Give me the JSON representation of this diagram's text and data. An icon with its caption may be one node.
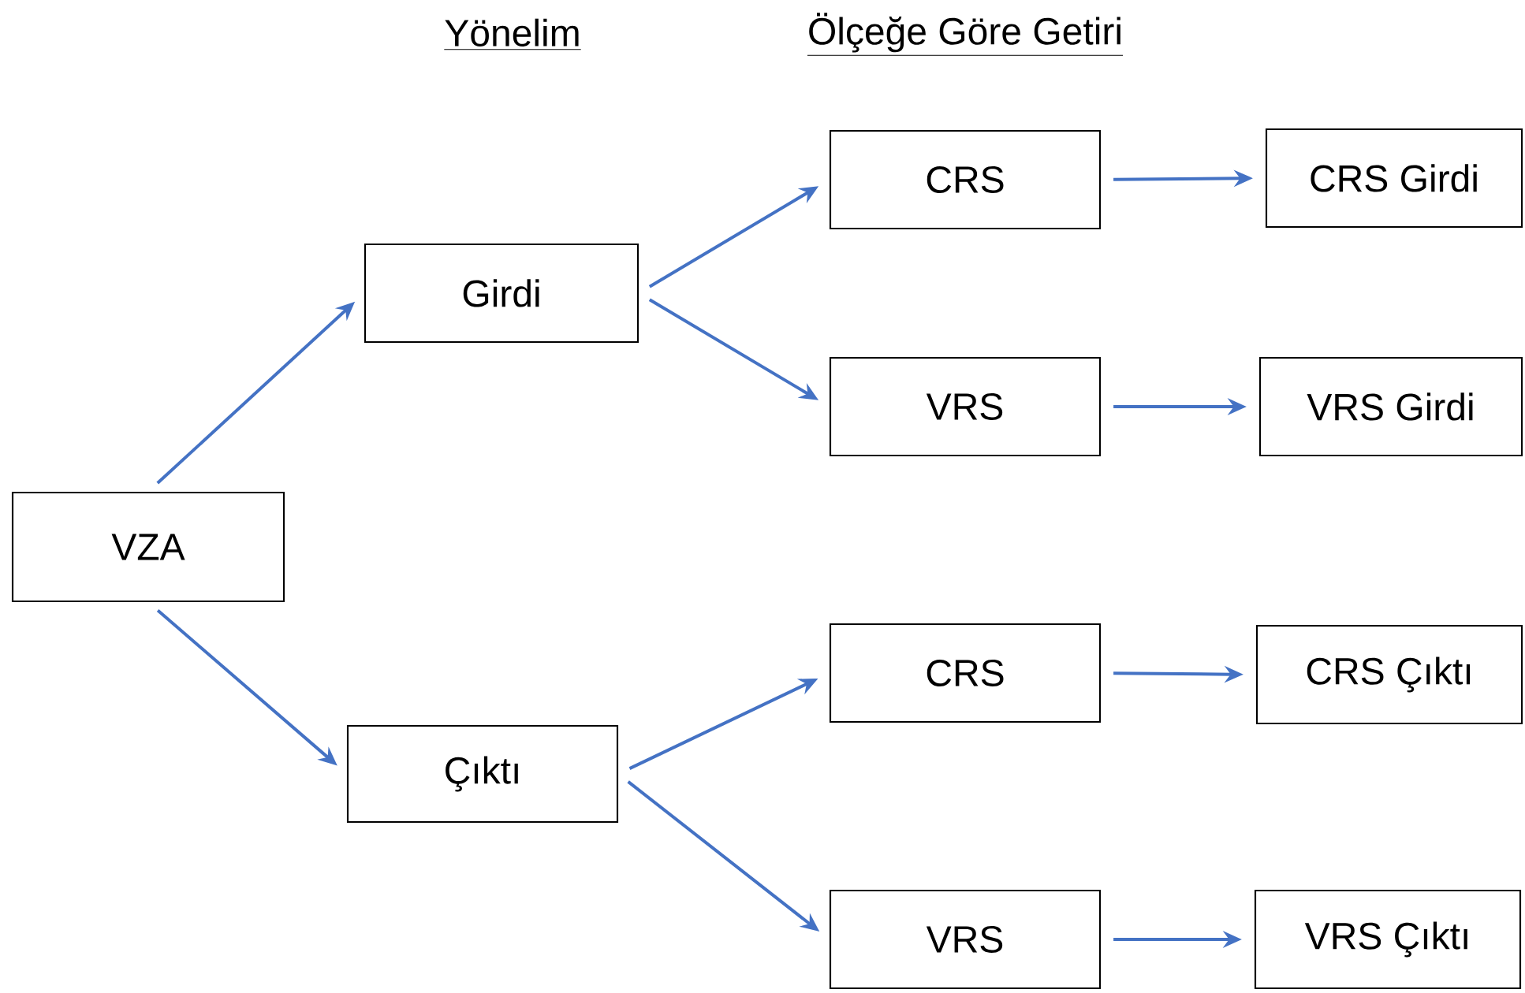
{
  "diagram": {
    "nodes": [
      {
        "text": [
          "VZA"
        ]
      },
      {
        "text": [
          "Girdi"
        ]
      },
      {
        "text": [
          "Çıktı"
        ]
      },
      {
        "text": [
          "CRS"
        ]
      },
      {
        "text": [
          "VRS"
        ]
      },
      {
        "text": [
          "CRS"
        ]
      },
      {
        "text": [
          "VRS"
        ]
      },
      {
        "text": [
          "CRS Girdi"
        ]
      },
      {
        "text": [
          "VRS Girdi"
        ]
      },
      {
        "text": [
          "CRS Çıktı"
        ]
      },
      {
        "text": [
          "VRS Çıktı"
        ]
      }
    ],
    "edges": [
      {
        "from": 0,
        "to": 1,
        "arrow": "to"
      },
      {
        "from": 0,
        "to": 2,
        "arrow": "to"
      },
      {
        "from": 1,
        "to": 3,
        "arrow": "to"
      },
      {
        "from": 1,
        "to": 4,
        "arrow": "to"
      },
      {
        "from": 2,
        "to": 5,
        "arrow": "to"
      },
      {
        "from": 2,
        "to": 6,
        "arrow": "to"
      },
      {
        "from": 3,
        "to": 7,
        "arrow": "to"
      },
      {
        "from": 4,
        "to": 8,
        "arrow": "to"
      },
      {
        "from": 5,
        "to": 9,
        "arrow": "to"
      },
      {
        "from": 6,
        "to": 10,
        "arrow": "to"
      }
    ],
    "labels": [
      "Yönelim",
      "Ölçeğe Göre Getiri"
    ]
  }
}
